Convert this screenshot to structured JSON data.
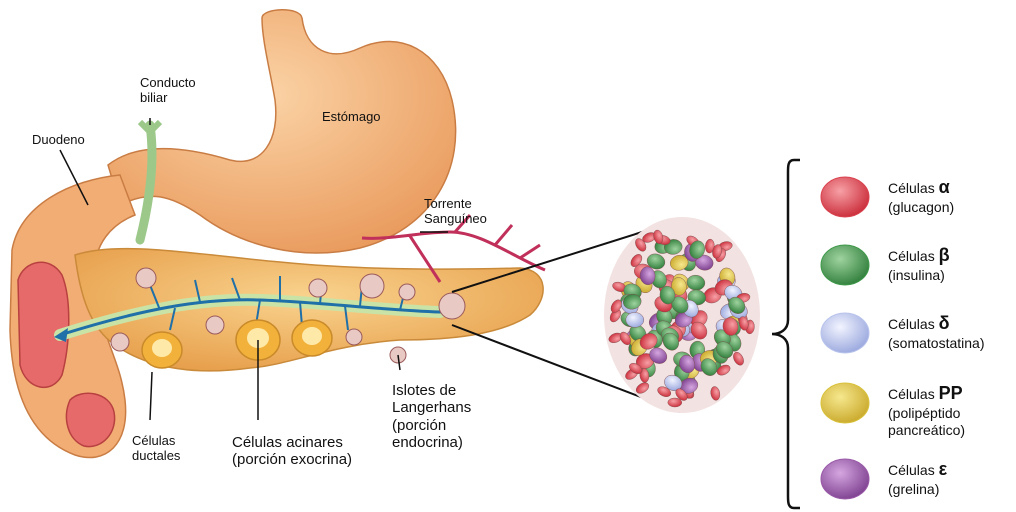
{
  "labels": {
    "conducto_biliar": "Conducto\nbiliar",
    "duodeno": "Duodeno",
    "estomago": "Estómago",
    "torrente": "Torrente\nSanguíneo",
    "celulas_ductales": "Células\nductales",
    "celulas_acinares": "Células acinares\n(porción exocrina)",
    "islotes": "Islotes de\nLangerhans\n(porción\nendocrina)"
  },
  "legend": [
    {
      "prefix": "Células ",
      "greek": "α",
      "desc": "(glucagon)",
      "color": "#d9434f"
    },
    {
      "prefix": "Células ",
      "greek": "β",
      "desc": "(insulina)",
      "color": "#3f9a4a"
    },
    {
      "prefix": "Células ",
      "greek": "δ",
      "desc": "(somatostatina)",
      "color": "#b9c4ec"
    },
    {
      "prefix": "Células ",
      "greek": "PP",
      "desc": "(polipéptido\npancreático)",
      "color": "#d9c23c"
    },
    {
      "prefix": "Células ",
      "greek": "ε",
      "desc": "(grelina)",
      "color": "#9a5aa8"
    }
  ],
  "colors": {
    "stomach": "#f3b277",
    "duodenum": "#efa36b",
    "pancreas": "#f0b35a",
    "duct": "#1f6fa8",
    "bile_duct": "#9cc98a",
    "vessel": "#c0305a"
  }
}
